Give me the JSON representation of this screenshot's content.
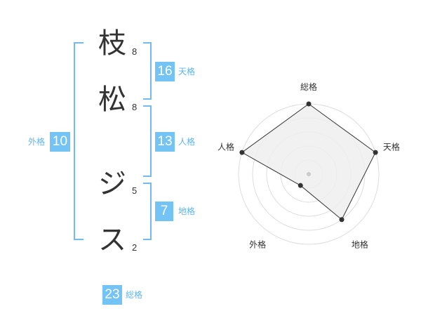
{
  "name_chars": [
    {
      "char": "枝",
      "strokes": "8"
    },
    {
      "char": "松",
      "strokes": "8"
    },
    {
      "char": "ジ",
      "strokes": "5"
    },
    {
      "char": "ス",
      "strokes": "2"
    }
  ],
  "grades": {
    "tenkaku": {
      "value": "16",
      "label": "天格"
    },
    "jinkaku": {
      "value": "13",
      "label": "人格"
    },
    "chikaku": {
      "value": "7",
      "label": "地格"
    },
    "gaikaku": {
      "value": "10",
      "label": "外格"
    },
    "soukaku": {
      "value": "23",
      "label": "総格"
    }
  },
  "chart_data": {
    "type": "radar",
    "axes": [
      "総格",
      "天格",
      "地格",
      "外格",
      "人格"
    ],
    "values": [
      5,
      5,
      4,
      1,
      5
    ],
    "rlim": [
      0,
      5
    ],
    "grid_rings": 5,
    "colors": {
      "fill": "#eeeeee",
      "line": "#333333",
      "grid": "#dddddd",
      "point": "#333333"
    }
  }
}
